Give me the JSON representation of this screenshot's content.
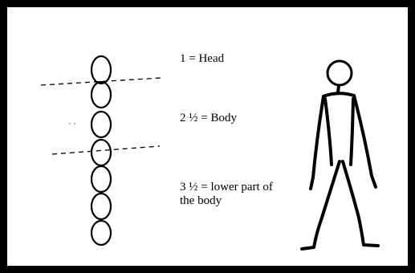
{
  "labels": {
    "head": "1 = Head",
    "body": "2 ½ = Body",
    "lower": "3 ½ = lower part of the body"
  },
  "colors": {
    "frame": "#000000",
    "ink": "#000000",
    "background": "#ffffff"
  }
}
